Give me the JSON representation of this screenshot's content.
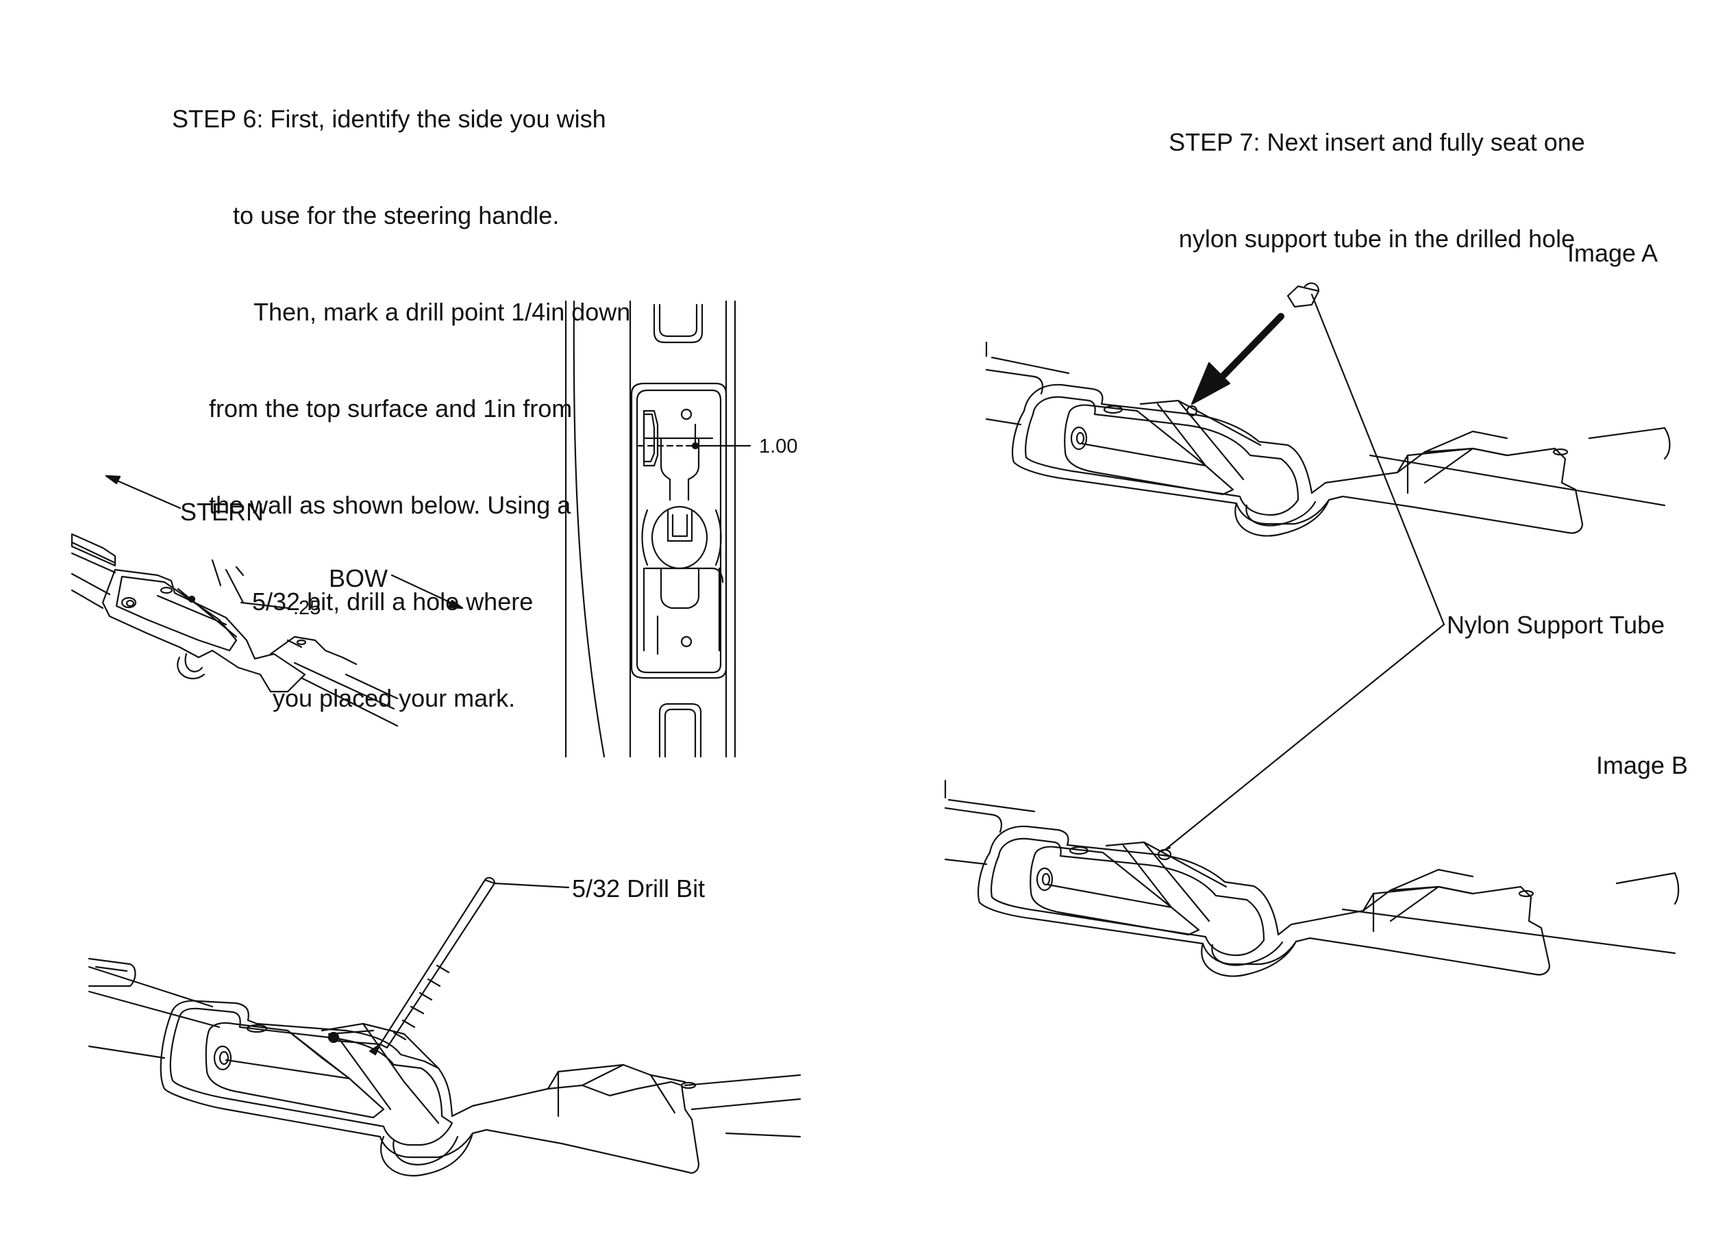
{
  "step6": {
    "lines": [
      "STEP 6: First, identify the side you wish",
      "to use for the steering handle.",
      "Then, mark a drill point 1/4in down",
      "from the top surface and 1in from",
      "the wall as shown below. Using a",
      "5/32 bit, drill a hole where",
      "you placed your mark."
    ]
  },
  "step7": {
    "lines": [
      "STEP 7: Next insert and fully seat one",
      "nylon support tube in the drilled hole"
    ]
  },
  "labels": {
    "stern": "STERN",
    "bow": "BOW",
    "dim_quarter": ".25",
    "dim_one": "1.00",
    "drill_bit": "5/32 Drill Bit",
    "image_a": "Image A",
    "image_b": "Image B",
    "nylon_tube": "Nylon Support Tube"
  },
  "colors": {
    "ink": "#111111",
    "background": "#ffffff"
  }
}
